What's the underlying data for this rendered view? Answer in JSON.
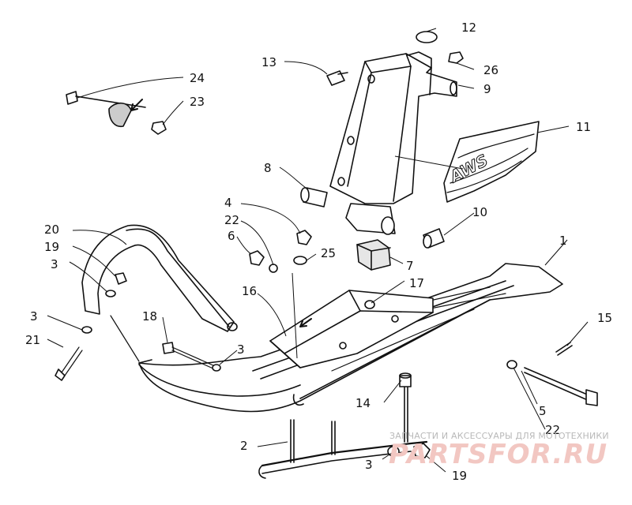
{
  "diagram": {
    "callouts": {
      "c1": "1",
      "c2": "2",
      "c3a": "3",
      "c3b": "3",
      "c3c": "3",
      "c3d": "3",
      "c4": "4",
      "c5": "5",
      "c6": "6",
      "c7": "7",
      "c8": "8",
      "c9": "9",
      "c10": "10",
      "c11": "11",
      "c12": "12",
      "c13": "13",
      "c14": "14",
      "c15": "15",
      "c16": "16",
      "c17": "17",
      "c18": "18",
      "c19a": "19",
      "c19b": "19",
      "c20": "20",
      "c21": "21",
      "c22a": "22",
      "c22b": "22",
      "c23": "23",
      "c24": "24",
      "c25": "25",
      "c26": "26"
    },
    "decal_text": "AWS"
  },
  "watermark": {
    "caption": "ЗАПЧАСТИ И АКСЕССУАРЫ ДЛЯ МОТОТЕХНИКИ",
    "brand": "PARTSFOR.RU"
  }
}
